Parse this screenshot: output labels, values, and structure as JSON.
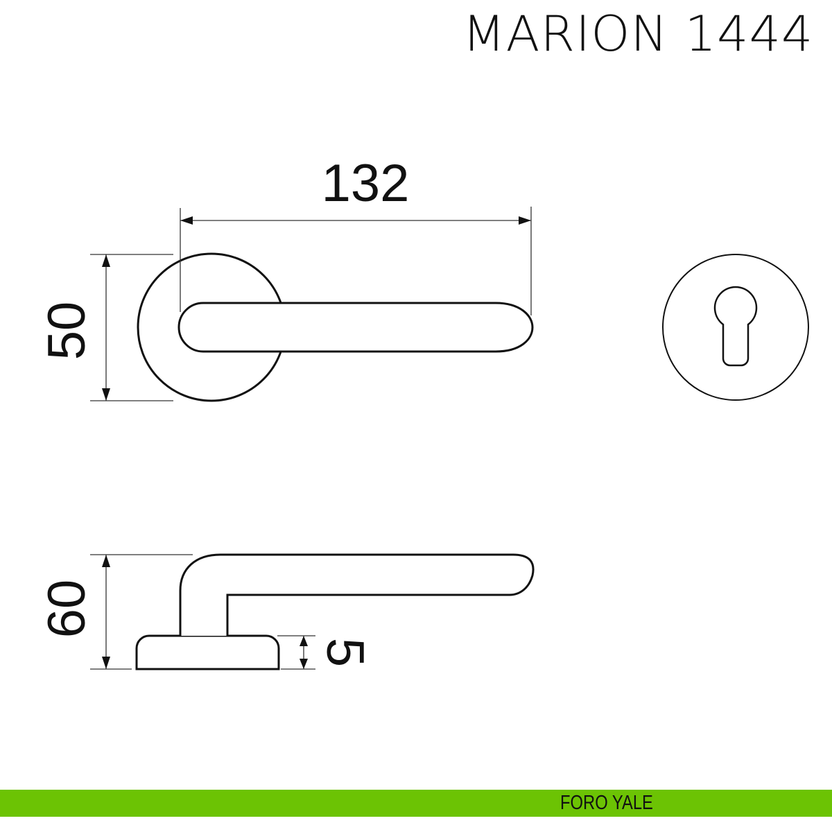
{
  "title": "MARION 1444",
  "dimensions": {
    "length": "132",
    "rose_diameter": "50",
    "height": "60",
    "rose_thickness": "5"
  },
  "footer": {
    "label": "FORO YALE",
    "color": "#6cc304"
  }
}
